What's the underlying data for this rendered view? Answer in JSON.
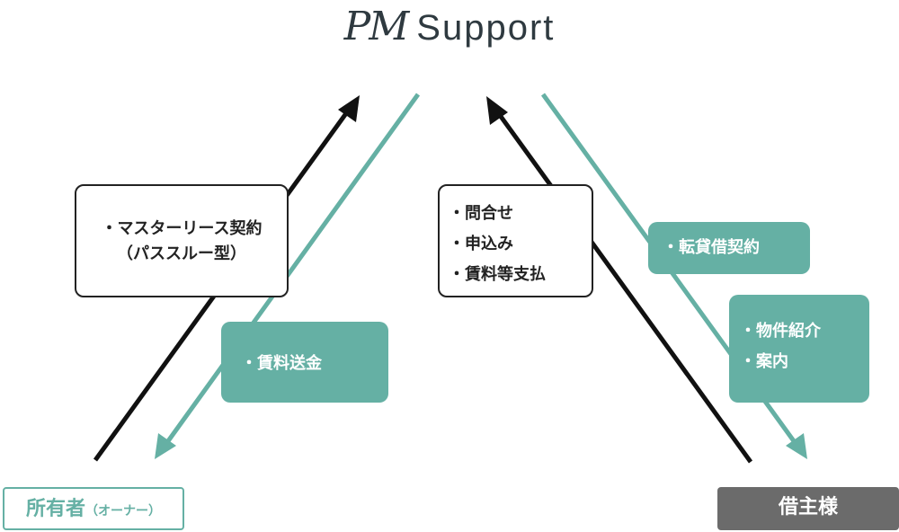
{
  "logo": {
    "mark": "PM",
    "word": "Support"
  },
  "boxes": {
    "master_lease": {
      "line1": "マスターリース契約",
      "line2": "（パススルー型）"
    },
    "rent_remit": "賃料送金",
    "inquiry": [
      "問合せ",
      "申込み",
      "賃料等支払"
    ],
    "sublease": "転貸借契約",
    "property": [
      "物件紹介",
      "案内"
    ]
  },
  "actors": {
    "owner": {
      "label": "所有者",
      "sub": "（オーナー）"
    },
    "tenant": "借主様"
  },
  "colors": {
    "teal": "#65b0a4",
    "black": "#111111",
    "gray": "#6b6b6b",
    "logo": "#2f3a40"
  }
}
